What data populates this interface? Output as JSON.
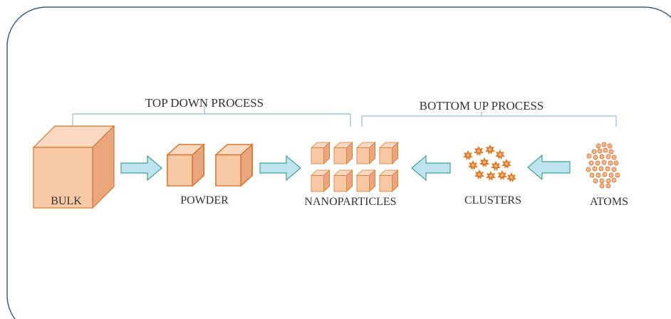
{
  "diagram": {
    "top_down_label": "TOP DOWN PROCESS",
    "bottom_up_label": "BOTTOM UP PROCESS",
    "bulk_label": "BULK",
    "powder_label": "POWDER",
    "nanoparticles_label": "NANOPARTICLES",
    "clusters_label": "CLUSTERS",
    "atoms_label": "ATOMS"
  },
  "colors": {
    "frame": "#3f5f82",
    "cube_front": "#f9c9a6",
    "cube_top": "#fbd9c0",
    "cube_side": "#e9a57c",
    "cube_stroke": "#d9762f",
    "bracket": "#9fb9cf",
    "arrow_fill": "#bfe3ee",
    "arrow_stroke": "#3fa58a",
    "cluster": "#e07a22",
    "atom_fill": "#f6b691",
    "atom_stroke": "#d97c3b",
    "text": "#333333"
  }
}
